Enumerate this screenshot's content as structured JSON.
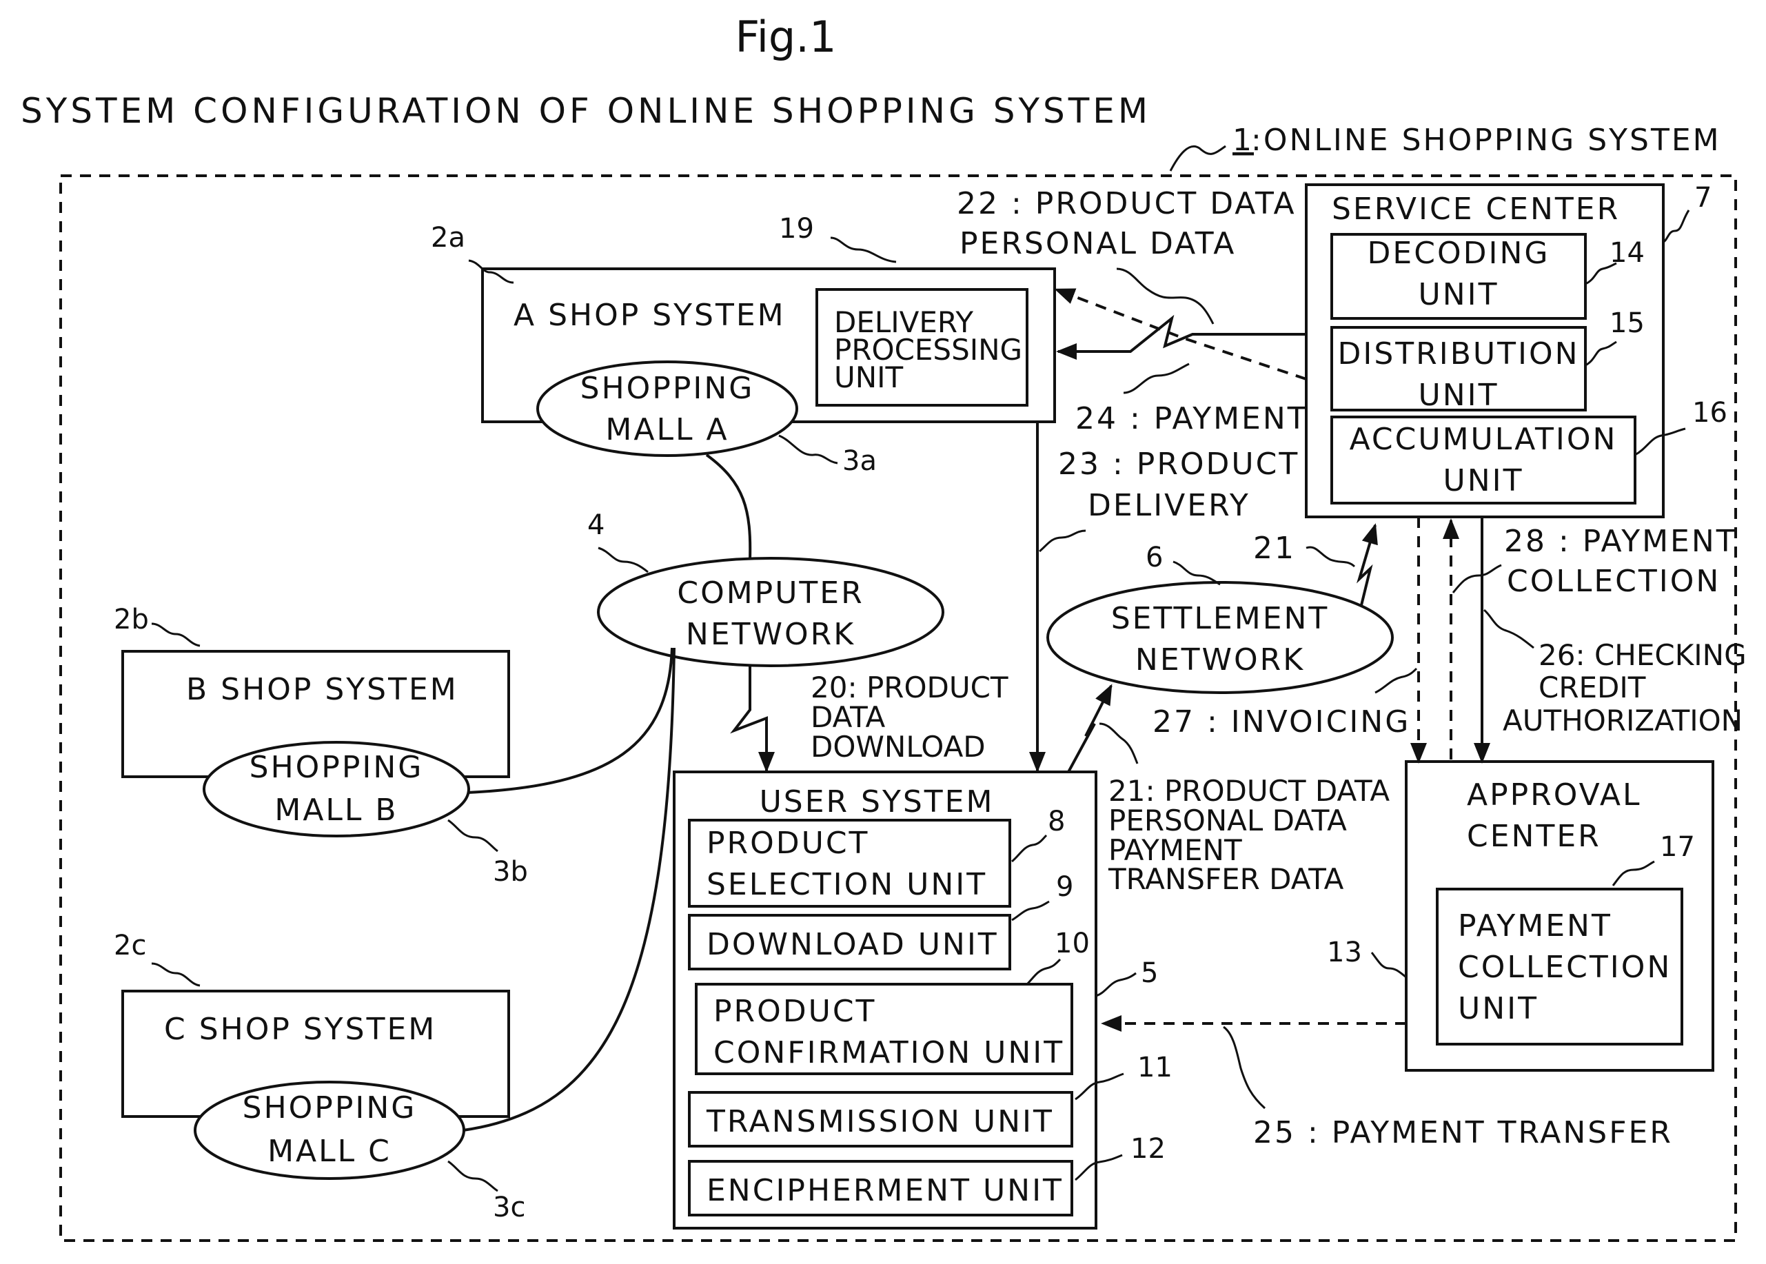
{
  "figure": {
    "number": "Fig.1",
    "title": "SYSTEM CONFIGURATION OF ONLINE SHOPPING SYSTEM",
    "system_ref": "1",
    "system_label": ":ONLINE SHOPPING SYSTEM"
  },
  "shops": {
    "a": {
      "label": "A SHOP SYSTEM",
      "ref": "2a",
      "mall_line1": "SHOPPING",
      "mall_line2": "MALL A",
      "mall_ref": "3a"
    },
    "b": {
      "label": "B SHOP SYSTEM",
      "ref": "2b",
      "mall_line1": "SHOPPING",
      "mall_line2": "MALL B",
      "mall_ref": "3b"
    },
    "c": {
      "label": "C SHOP SYSTEM",
      "ref": "2c",
      "mall_line1": "SHOPPING",
      "mall_line2": "MALL C",
      "mall_ref": "3c"
    }
  },
  "delivery_unit": {
    "ref": "19",
    "line1": "DELIVERY",
    "line2": "PROCESSING",
    "line3": "UNIT"
  },
  "computer_network": {
    "ref": "4",
    "line1": "COMPUTER",
    "line2": "NETWORK"
  },
  "settlement_network": {
    "ref": "6",
    "line1": "SETTLEMENT",
    "line2": "NETWORK"
  },
  "service_center": {
    "ref": "7",
    "label": "SERVICE CENTER",
    "units": [
      {
        "ref": "14",
        "line1": "DECODING",
        "line2": "UNIT"
      },
      {
        "ref": "15",
        "line1": "DISTRIBUTION",
        "line2": "UNIT"
      },
      {
        "ref": "16",
        "line1": "ACCUMULATION",
        "line2": "UNIT"
      }
    ]
  },
  "user_system": {
    "ref": "5",
    "label": "USER SYSTEM",
    "units": [
      {
        "ref": "8",
        "line1": "PRODUCT",
        "line2": "SELECTION UNIT"
      },
      {
        "ref": "9",
        "line1": "DOWNLOAD UNIT"
      },
      {
        "ref": "10",
        "line1": "PRODUCT",
        "line2": "CONFIRMATION UNIT"
      },
      {
        "ref": "11",
        "line1": "TRANSMISSION UNIT"
      },
      {
        "ref": "12",
        "line1": "ENCIPHERMENT UNIT"
      }
    ]
  },
  "approval_center": {
    "ref": "13",
    "line1": "APPROVAL",
    "line2": "CENTER",
    "unit": {
      "ref": "17",
      "line1": "PAYMENT",
      "line2": "COLLECTION",
      "line3": "UNIT"
    }
  },
  "flows": {
    "f20": {
      "line1": "20: PRODUCT",
      "line2": "DATA",
      "line3": "DOWNLOAD"
    },
    "f21_user": {
      "line1": "21: PRODUCT DATA",
      "line2": "PERSONAL DATA",
      "line3": "PAYMENT",
      "line4": "TRANSFER DATA"
    },
    "f21_ref": "21",
    "f22": {
      "line1": "22 : PRODUCT DATA",
      "line2": "PERSONAL DATA"
    },
    "f23": {
      "line1": "23 : PRODUCT",
      "line2": "DELIVERY"
    },
    "f24": "24 : PAYMENT",
    "f25": "25 : PAYMENT TRANSFER",
    "f26": {
      "line1": "26: CHECKING",
      "line2": "CREDIT",
      "line3": "AUTHORIZATION"
    },
    "f27": "27 : INVOICING",
    "f28": {
      "line1": "28 : PAYMENT",
      "line2": "COLLECTION"
    }
  }
}
